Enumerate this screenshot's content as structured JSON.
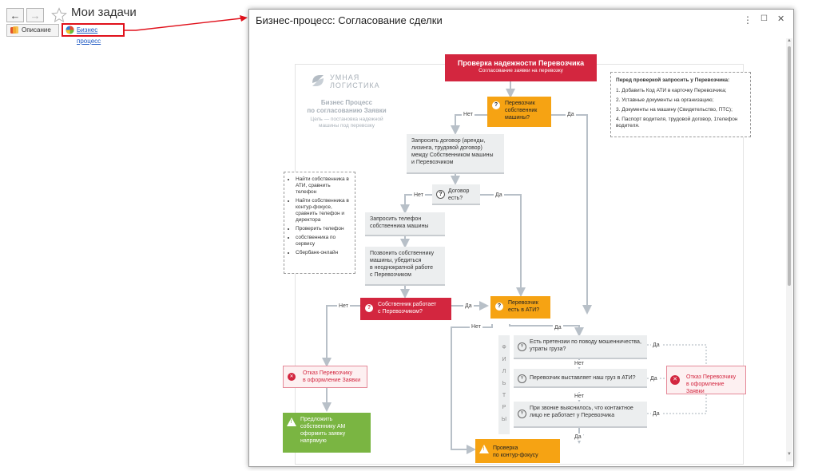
{
  "app": {
    "back_arrow": "←",
    "forward_arrow": "→",
    "title": "Мои задачи",
    "tabs": [
      {
        "label": "Описание"
      },
      {
        "label": "Бизнес процесс"
      }
    ]
  },
  "window": {
    "title": "Бизнес-процесс: Согласование сделки",
    "menu_glyph": "⋮",
    "maximize_glyph": "☐",
    "close_glyph": "✕"
  },
  "diagram": {
    "logo_line1": "УМНАЯ",
    "logo_line2": "ЛОГИСТИКА",
    "heading_line1": "Бизнес Процесс",
    "heading_line2": "по согласованию Заявки",
    "goal_line1": "Цель — постановка надежной",
    "goal_line2": "машины под перевозку",
    "main_title": "Проверка надежности Перевозчика",
    "main_subtitle": "Согласование заявки на перевозку",
    "q_owner_line1": "Перевозчик",
    "q_owner_line2": "собственник",
    "q_owner_line3": "машины?",
    "request_contract_1": "Запросить договор (аренды,",
    "request_contract_2": "лизинга, трудовой договор)",
    "request_contract_3": "между Собственником машины",
    "request_contract_4": "и Перевозчиком",
    "q_contract_1": "Договор",
    "q_contract_2": "есть?",
    "request_phone_1": "Запросить телефон",
    "request_phone_2": "собственника машины",
    "call_owner_1": "Позвонить собственнику",
    "call_owner_2": "машины, убедиться",
    "call_owner_3": "в неоднократной работе",
    "call_owner_4": "с Перевозчиком",
    "q_works_1": "Собственник работает",
    "q_works_2": "с Перевозчиком?",
    "q_ati_1": "Перевозчик",
    "q_ati_2": "есть в АТИ?",
    "reject_1": "Отказ Перевозчику",
    "reject_2": "в оформление Заявки",
    "offer_1": "Предложить",
    "offer_2": "собственнику АМ",
    "offer_3": "оформить заявку",
    "offer_4": "напрямую",
    "filters_label": "Ф И Л Ь Т Р Ы",
    "filter1_1": "Есть претензии по поводу мошенничества,",
    "filter1_2": "утраты груза?",
    "filter2": "Перевозчик выставляет наш груз в АТИ?",
    "filter3_1": "При звонке выяснилось, что контактное",
    "filter3_2": "лицо не работает у Перевозчика",
    "reject2_1": "Отказ Перевозчику",
    "reject2_2": "в оформление Заявки",
    "check_1": "Проверка",
    "check_2": "по контур-фокусу",
    "yes": "Да",
    "no": "Нет",
    "notes_title": "Перед проверкой запросить у Перевозчика:",
    "notes": [
      "1. Добавить Код АТИ в карточку Перевозчика;",
      "2. Уставные документы на организацию;",
      "3. Документы на машину (Свидетельство, ПТС);",
      "4. Паспорт водителя, трудовой договор, 1телефон водителя."
    ],
    "find_list": [
      "Найти собственника в АТИ, сравнить телефон",
      "Найти собственника в контур-фокусе, сравнить телефон и директора",
      "Проверить телефон",
      "собственника по сервису",
      "Сбербанк-онлайн"
    ],
    "warn_glyph": "!",
    "question_glyph": "?",
    "cross_glyph": "✕",
    "filter_glyph": "Y"
  }
}
